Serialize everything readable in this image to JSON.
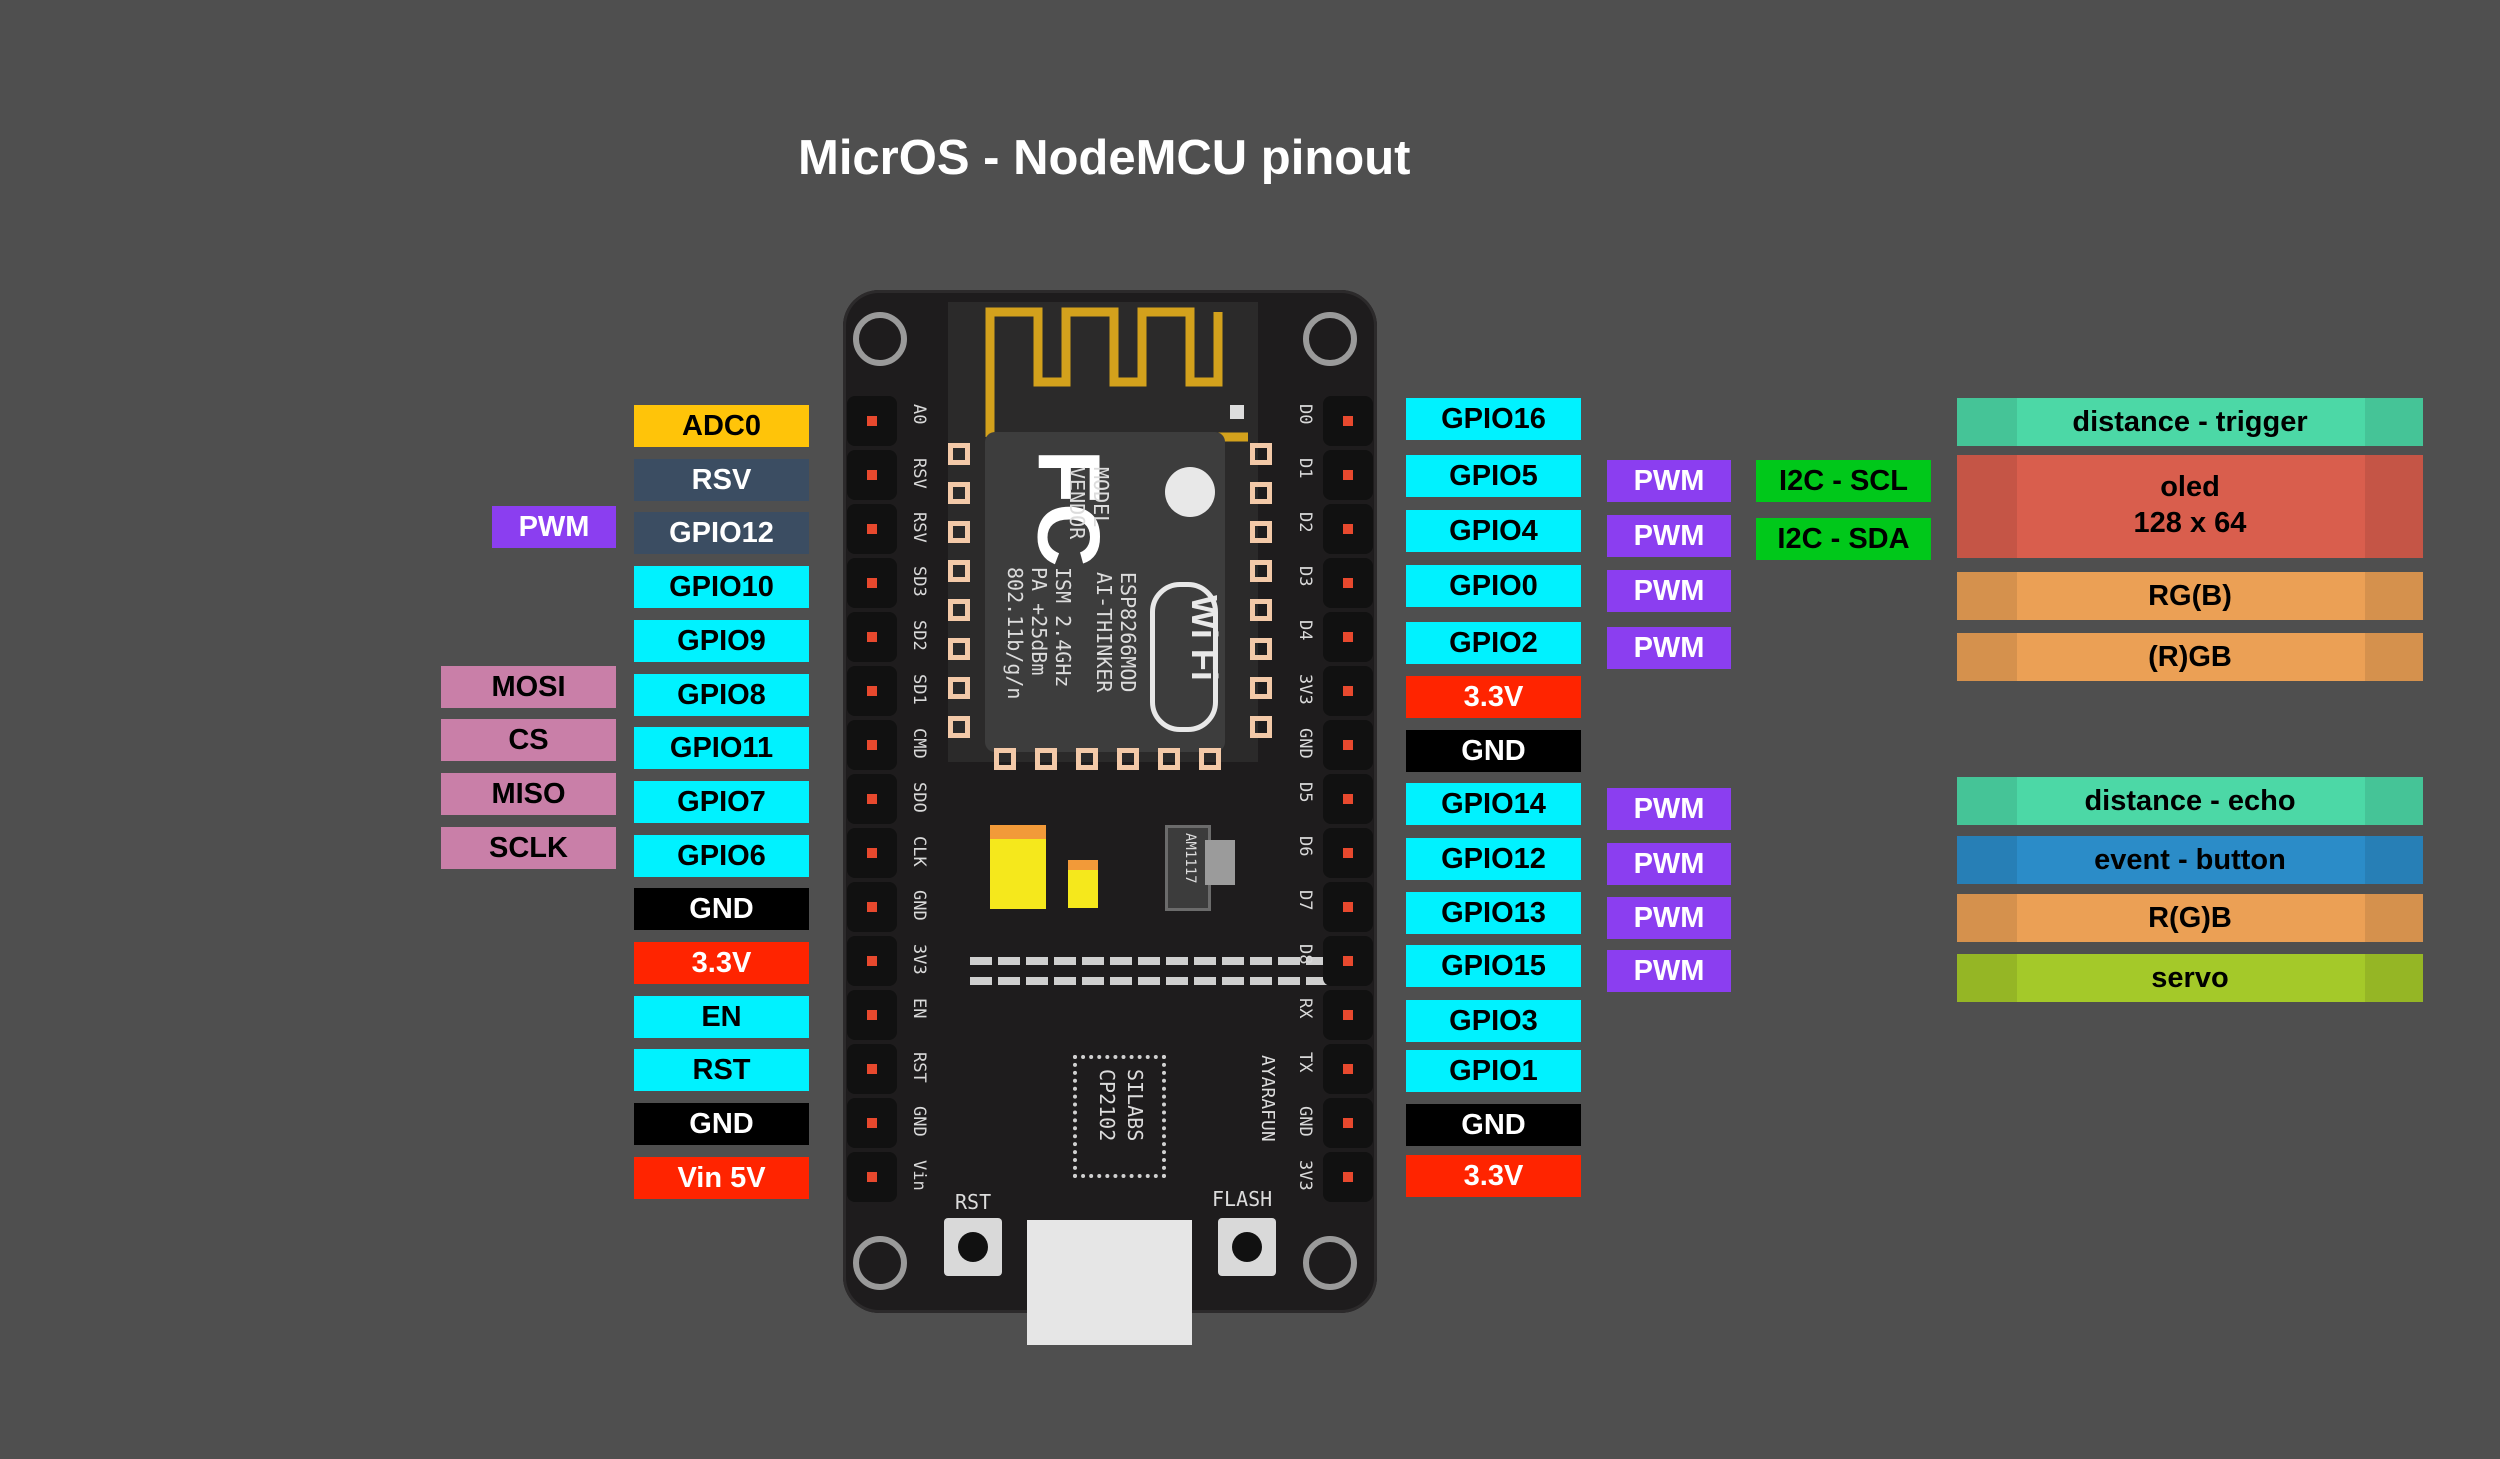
{
  "title": "MicrOS - NodeMCU pinout",
  "colors": {
    "cyan": "#00f2ff",
    "yellow": "#ffc409",
    "slate": "#3b4d62",
    "purple": "#8b3ef0",
    "pink": "#c97fa8",
    "black": "#000000",
    "red": "#ff2400",
    "green": "#00c81a",
    "teal": "#4cd8a6",
    "coral": "#d95e4d",
    "orange": "#eba055",
    "blue": "#2b8cc8",
    "lime": "#a4c929"
  },
  "left_pins": [
    "ADC0",
    "RSV",
    "GPIO12",
    "GPIO10",
    "GPIO9",
    "GPIO8",
    "GPIO11",
    "GPIO7",
    "GPIO6",
    "GND",
    "3.3V",
    "EN",
    "RST",
    "GND",
    "Vin 5V"
  ],
  "left_extra": {
    "pwm": "PWM",
    "mosi": "MOSI",
    "cs": "CS",
    "miso": "MISO",
    "sclk": "SCLK"
  },
  "right_pins": [
    "GPIO16",
    "GPIO5",
    "GPIO4",
    "GPIO0",
    "GPIO2",
    "3.3V",
    "GND",
    "GPIO14",
    "GPIO12",
    "GPIO13",
    "GPIO15",
    "GPIO3",
    "GPIO1",
    "GND",
    "3.3V"
  ],
  "right_pwm": "PWM",
  "i2c": {
    "scl": "I2C - SCL",
    "sda": "I2C - SDA"
  },
  "functions": {
    "distance_trigger": "distance - trigger",
    "oled_line1": "oled",
    "oled_line2": "128 x 64",
    "rg_b": "RG(B)",
    "r_gb": "(R)GB",
    "distance_echo": "distance - echo",
    "event_button": "event - button",
    "r_g_b": "R(G)B",
    "servo": "servo"
  },
  "board": {
    "left_silk": [
      "A0",
      "RSV",
      "RSV",
      "SD3",
      "SD2",
      "SD1",
      "CMD",
      "SDO",
      "CLK",
      "GND",
      "3V3",
      "EN",
      "RST",
      "GND",
      "Vin"
    ],
    "right_silk": [
      "D0",
      "D1",
      "D2",
      "D3",
      "D4",
      "3V3",
      "GND",
      "D5",
      "D6",
      "D7",
      "D8",
      "RX",
      "TX",
      "GND",
      "3V3"
    ],
    "module_text": [
      "MODEL",
      "VENDOR",
      "ESP8266MOD",
      "AI-THINKER",
      "ISM 2.4GHz",
      "PA +25dBm",
      "802.11b/g/n"
    ],
    "fcc_logo": "FC",
    "wifi_logo": "Wi Fi",
    "regulator": "AM1117",
    "chip_text_1": "SILABS",
    "chip_text_2": "CP2102",
    "brand": "AYARAFUN",
    "rst_label": "RST",
    "flash_label": "FLASH"
  }
}
